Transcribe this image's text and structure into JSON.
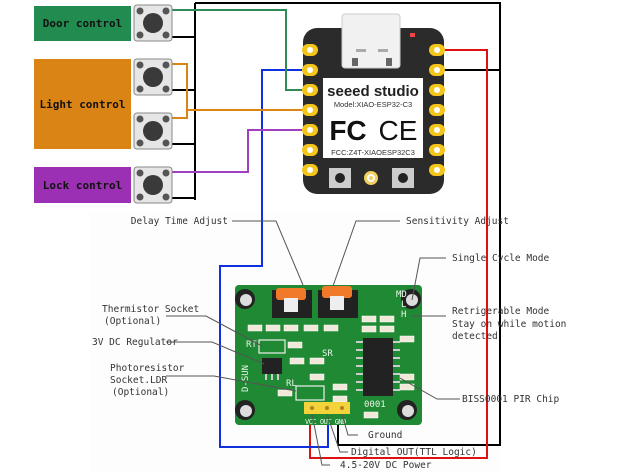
{
  "controls": [
    {
      "label": "Door control",
      "color": "#228b4f",
      "wire_color": "#2e8b57"
    },
    {
      "label": "Light control",
      "color": "#d98414",
      "wire_color": "#d98414"
    },
    {
      "label": "Lock control",
      "color": "#9b30b5",
      "wire_color": "#a040c0"
    }
  ],
  "mcu": {
    "brand": "seeed studio",
    "model": "Model:XIAO-ESP32-C3",
    "fcc_mark": "FC",
    "ce_mark": "CE",
    "fcc_id": "FCC:Z4T-XIAOESP32C3"
  },
  "pir": {
    "silkscreen": {
      "rt": "RT",
      "sr": "SR",
      "rl": "RL",
      "dsun": "D-SUN",
      "md": "MD",
      "l": "L",
      "h": "H",
      "chip_id": "0001",
      "pins": "VCC OUT GND"
    },
    "annotations": {
      "delay": "Delay Time Adjust",
      "sensitivity": "Sensitivity Adjust",
      "single_cycle": "Single Cycle Mode",
      "retrig_1": "Retrigerable Mode",
      "retrig_2": "Stay on while motion",
      "retrig_3": "detected",
      "thermistor_1": "Thermistor Socket",
      "thermistor_2": "(Optional)",
      "regulator": "3V DC Regulator",
      "ldr_1": "Photoresistor",
      "ldr_2": "Socket.LDR",
      "ldr_3": "(Optional)",
      "chip": "BISS0001 PIR Chip",
      "ground": "Ground",
      "digital_out": "Digital OUT(TTL Logic)",
      "power": "4.5-20V DC Power"
    }
  },
  "wires": {
    "ground": "#000000",
    "power": "#e01010",
    "signal": "#1030e0"
  }
}
